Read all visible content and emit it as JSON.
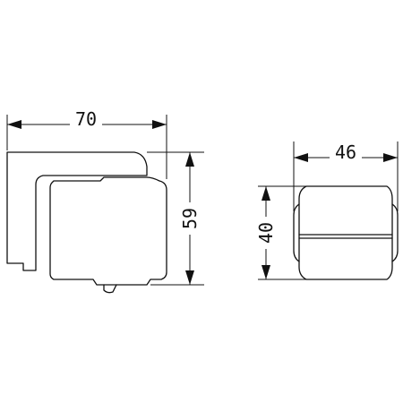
{
  "dimensions": {
    "width": "70",
    "height": "59",
    "side_width": "46",
    "side_height": "40"
  },
  "colors": {
    "line": "#111111",
    "background": "#ffffff"
  }
}
